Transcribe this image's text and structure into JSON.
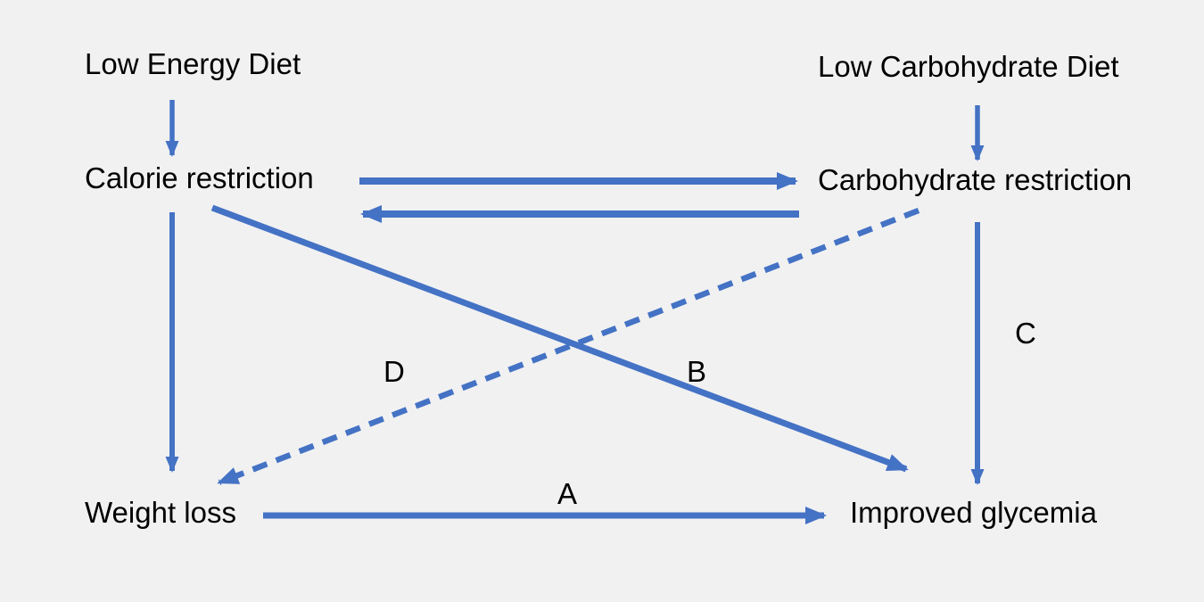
{
  "colors": {
    "background": "#f1f1f2",
    "arrow": "#4472c4",
    "text": "#000000"
  },
  "nodes": {
    "low_energy_diet": "Low Energy Diet",
    "low_carbohydrate_diet": "Low Carbohydrate Diet",
    "calorie_restriction": "Calorie restriction",
    "carbohydrate_restriction": "Carbohydrate restriction",
    "weight_loss": "Weight loss",
    "improved_glycemia": "Improved glycemia"
  },
  "edge_labels": {
    "a": "A",
    "b": "B",
    "c": "C",
    "d": "D"
  },
  "edges": [
    {
      "from": "low_energy_diet",
      "to": "calorie_restriction",
      "style": "solid",
      "label": ""
    },
    {
      "from": "low_carbohydrate_diet",
      "to": "carbohydrate_restriction",
      "style": "solid",
      "label": ""
    },
    {
      "from": "calorie_restriction",
      "to": "carbohydrate_restriction",
      "style": "solid",
      "label": ""
    },
    {
      "from": "carbohydrate_restriction",
      "to": "calorie_restriction",
      "style": "solid",
      "label": ""
    },
    {
      "from": "calorie_restriction",
      "to": "weight_loss",
      "style": "solid",
      "label": ""
    },
    {
      "from": "calorie_restriction",
      "to": "improved_glycemia",
      "style": "solid",
      "label": "B"
    },
    {
      "from": "carbohydrate_restriction",
      "to": "weight_loss",
      "style": "dashed",
      "label": "D"
    },
    {
      "from": "carbohydrate_restriction",
      "to": "improved_glycemia",
      "style": "solid",
      "label": "C"
    },
    {
      "from": "weight_loss",
      "to": "improved_glycemia",
      "style": "solid",
      "label": "A"
    }
  ]
}
